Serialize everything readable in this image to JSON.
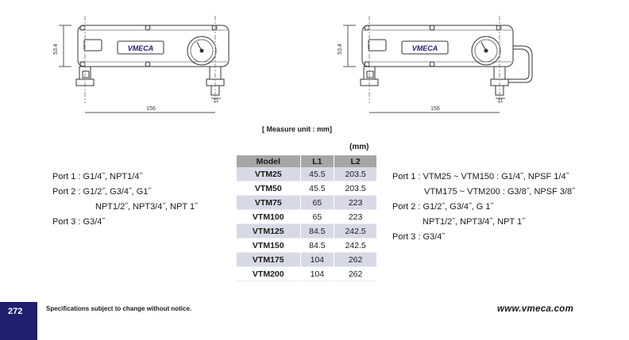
{
  "drawings": {
    "left": {
      "brand": "VMECA",
      "height_dim": "53.4",
      "width_dim": "156",
      "offset_dim": "21"
    },
    "right": {
      "brand": "VMECA",
      "height_dim": "53.4",
      "width_dim": "156",
      "offset_dim": "21"
    }
  },
  "measure_title": "[ Measure unit : mm]",
  "unit": "(mm)",
  "table": {
    "headers": [
      "Model",
      "L1",
      "L2"
    ],
    "rows": [
      [
        "VTM25",
        "45.5",
        "203.5"
      ],
      [
        "VTM50",
        "45.5",
        "203.5"
      ],
      [
        "VTM75",
        "65",
        "223"
      ],
      [
        "VTM100",
        "65",
        "223"
      ],
      [
        "VTM125",
        "84.5",
        "242.5"
      ],
      [
        "VTM150",
        "84.5",
        "242.5"
      ],
      [
        "VTM175",
        "104",
        "262"
      ],
      [
        "VTM200",
        "104",
        "262"
      ]
    ]
  },
  "ports_left": {
    "line1": "Port 1 : G1/4˝, NPT1/4˝",
    "line2": "Port 2 : G1/2˝, G3/4˝, G1˝",
    "line3": "NPT1/2˝, NPT3/4˝, NPT 1˝",
    "line4": "Port 3 : G3/4˝"
  },
  "ports_right": {
    "line1": "Port 1 : VTM25 ~ VTM150   : G1/4˝, NPSF 1/4˝",
    "line2": "VTM175 ~ VTM200 : G3/8˝, NPSF 3/8˝",
    "line3": "Port 2 : G1/2˝, G3/4˝, G 1˝",
    "line4": "NPT1/2˝, NPT3/4˝, NPT 1˝",
    "line5": "Port 3 : G3/4˝"
  },
  "footer": {
    "page_number": "272",
    "note": "Specifications subject to change without notice.",
    "url": "www.vmeca.com"
  }
}
